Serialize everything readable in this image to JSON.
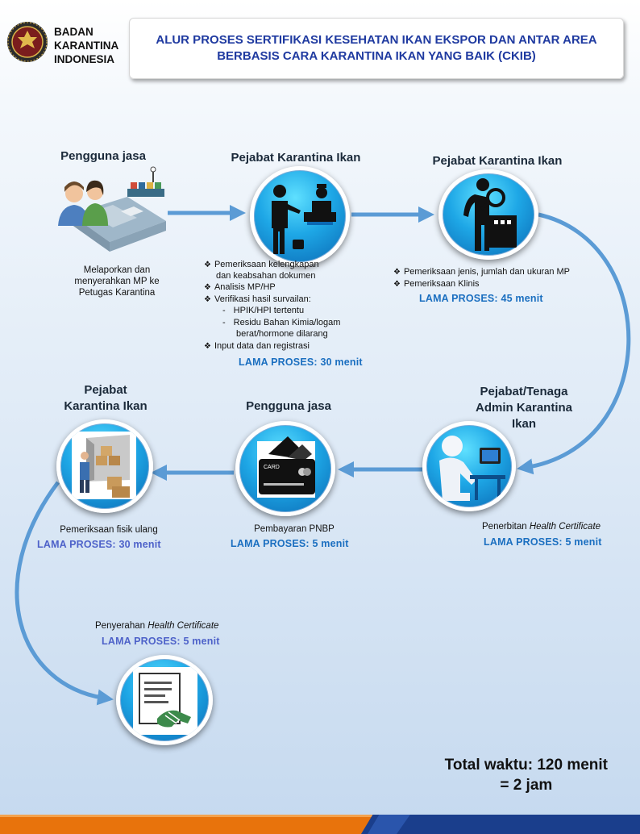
{
  "header": {
    "org_line1": "BADAN",
    "org_line2": "KARANTINA",
    "org_line3": "INDONESIA",
    "title_line1": "ALUR PROSES SERTIFIKASI KESEHATAN IKAN EKSPOR  DAN ANTAR AREA",
    "title_line2": "BERBASIS CARA KARANTINA IKAN YANG BAIK (CKIB)"
  },
  "steps": [
    {
      "role": "Pengguna jasa",
      "desc_lines": [
        "Melaporkan dan",
        "menyerahkan MP ke",
        "Petugas Karantina"
      ],
      "icon": "people-port-icon"
    },
    {
      "role": "Pejabat  Karantina  Ikan",
      "bullets": [
        "Pemeriksaan kelengkapan",
        "dan keabsahan dokumen",
        "Analisis MP/HP",
        "Verifikasi hasil survailan:",
        "HPIK/HPI tertentu",
        "Residu Bahan Kimia/logam",
        "berat/hormone dilarang",
        "Input data dan registrasi"
      ],
      "lama": "LAMA PROSES:  30 menit",
      "icon": "inspection-desk-icon"
    },
    {
      "role": "Pejabat  Karantina  Ikan",
      "bullets": [
        "Pemeriksaan jenis, jumlah  dan  ukuran MP",
        "Pemeriksaan Klinis"
      ],
      "lama": "LAMA  PROSES:  45 menit",
      "icon": "magnifier-inspector-icon"
    },
    {
      "role_lines": [
        "Pejabat/Tenaga",
        "Admin  Karantina",
        "Ikan"
      ],
      "desc_prefix": "Penerbitan ",
      "desc_italic": "Health Certificate",
      "lama": "LAMA  PROSES:  5 menit",
      "icon": "admin-computer-icon"
    },
    {
      "role": "Pengguna jasa",
      "desc": "Pembayaran PNBP",
      "lama": "LAMA  PROSES:  5 menit",
      "icon": "payment-card-icon",
      "card_label": "CARD"
    },
    {
      "role_lines": [
        "Pejabat",
        "Karantina  Ikan"
      ],
      "desc": "Pemeriksaan fisik ulang",
      "lama": "LAMA  PROSES:  30 menit",
      "icon": "truck-boxes-icon"
    },
    {
      "desc_prefix": "Penyerahan  ",
      "desc_italic": "Health Certificate",
      "lama": "LAMA  PROSES:  5 menit",
      "icon": "handshake-document-icon"
    }
  ],
  "total_line1": "Total waktu:  120 menit",
  "total_line2": "= 2 jam",
  "colors": {
    "title": "#1f3aa0",
    "arrow": "#5b9bd5",
    "lama_blue": "#1b6fc0",
    "lama_violet": "#4e62c9",
    "circle": "#1ea7e6",
    "footer_orange": "#e8730c",
    "footer_navy": "#1a3e8c"
  }
}
